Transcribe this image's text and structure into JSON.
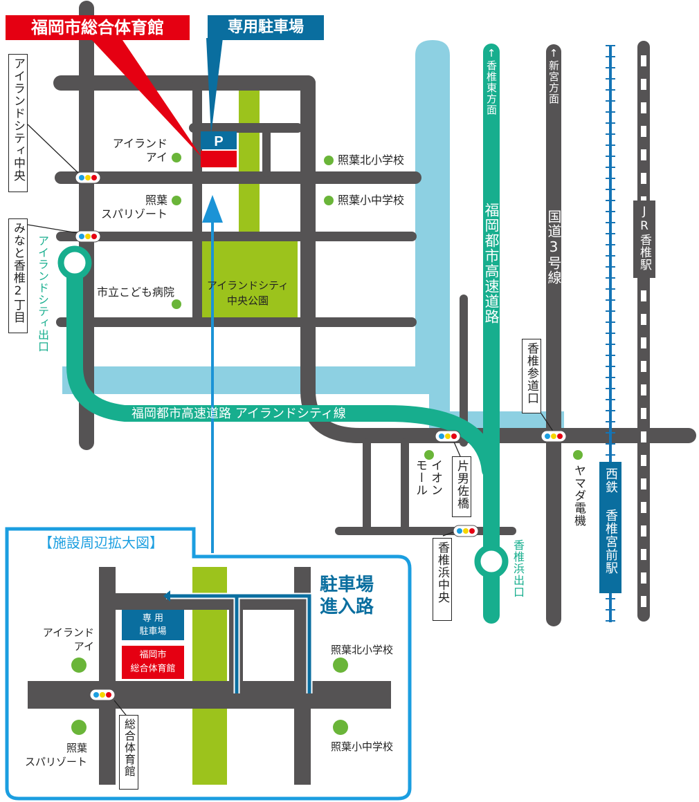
{
  "colors": {
    "road": "#555354",
    "expressway": "#17ae8e",
    "river": "#8dd0e2",
    "park": "#9cc31c",
    "arrow": "#1b93d6",
    "facility_red": "#e50012",
    "parking_blue": "#0a6e9f",
    "rail": "#1474b5",
    "poi_green": "#6ab539",
    "inset_border": "#1b9ee0",
    "white": "#ffffff",
    "black": "#222222"
  },
  "callouts": {
    "gym": "福岡市総合体育館",
    "parking": "専用駐車場",
    "parking_symbol": "P"
  },
  "intersections": {
    "island_city_chuo": "アイランドシティ中央",
    "minato_kashii": "みなと香椎2丁目",
    "kashii_sandoguchi": "香椎参道口",
    "katao_sahashi": "片男佐橋",
    "kashiihama_chuo": "香椎浜中央",
    "sogo_taiikukan": "総合体育館"
  },
  "pois": {
    "island_eye": "アイランド\nアイ",
    "teruha_spa_main": "照葉\nスパリゾート",
    "hospital": "市立こども病院",
    "teruha_north_main": "照葉北小学校",
    "teruha_smj_main": "照葉小中学校",
    "park": "アイランドシティ\n中央公園",
    "aeon": "イオン\nモール",
    "yamada": "ヤマダ電機"
  },
  "directions": {
    "kashii_east": "↑香椎東方面",
    "shingu": "↑新宮方面"
  },
  "labels": {
    "expressway_main": "福岡都市高速道路",
    "expressway_line": "福岡都市高速道路 アイランドシティ線",
    "route3": "国道3号線",
    "island_exit": "アイランドシティ出口",
    "kashiihama_exit": "香椎浜出口",
    "jr_station": "JR香椎駅",
    "nishitetsu_station": "西鉄 香椎宮前駅"
  },
  "inset": {
    "title": "【施設周辺拡大図】",
    "route_label": "駐車場\n進入路",
    "parking_label": "専 用\n駐車場",
    "gym_label": "福岡市\n総合体育館",
    "island_eye": "アイランド\nアイ",
    "teruha_north": "照葉北小学校",
    "teruha_smj": "照葉小中学校",
    "teruha_spa": "照葉\nスパリゾート"
  }
}
